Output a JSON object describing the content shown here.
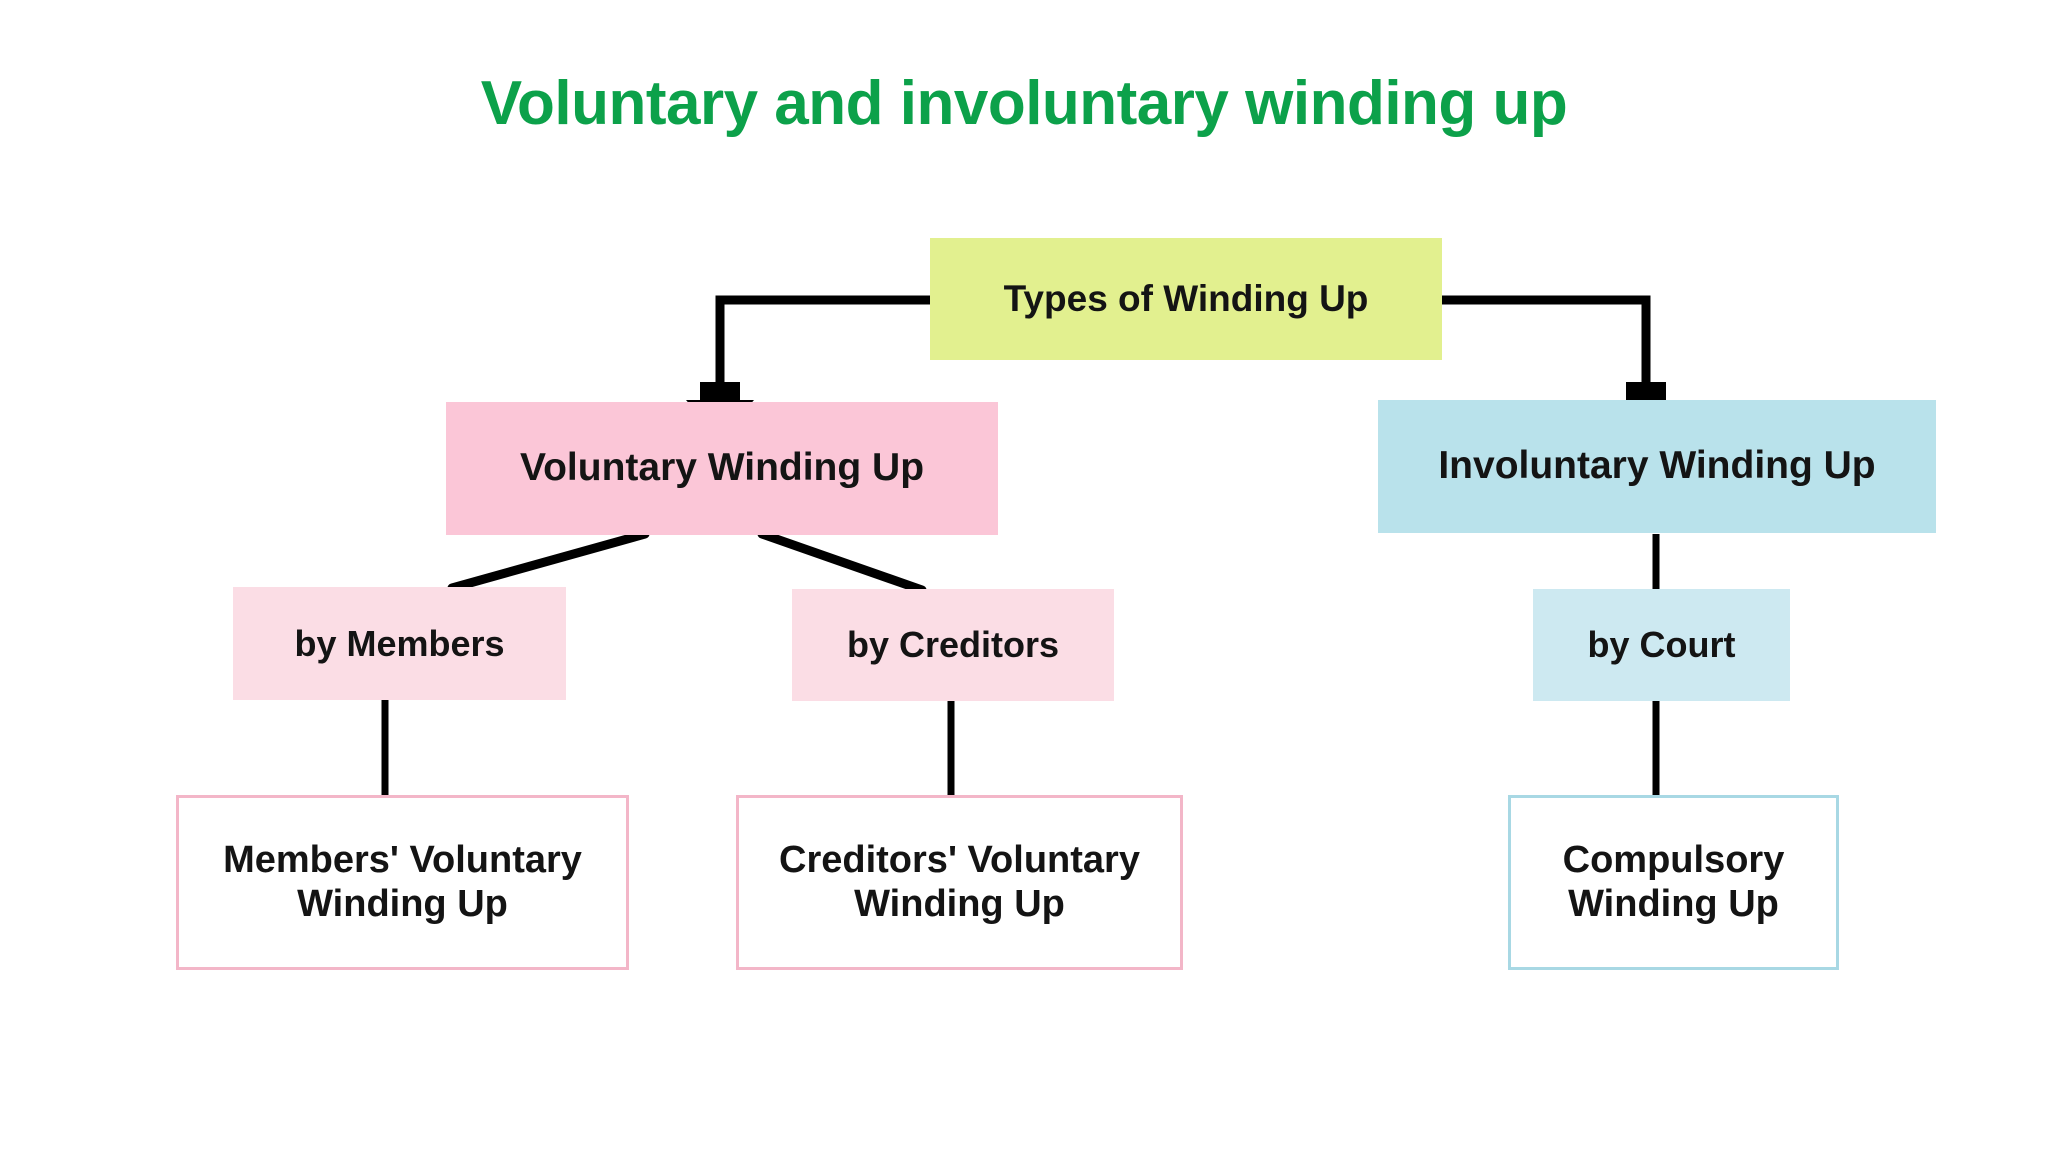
{
  "page": {
    "background": "#ffffff",
    "title": "Voluntary and involuntary winding up",
    "title_color": "#0CA14A"
  },
  "diagram": {
    "type": "tree-flowchart",
    "orientation": "top-down",
    "nodes": [
      {
        "id": "root",
        "label": "Types of Winding Up",
        "level": 0,
        "fill": "#E2F08F",
        "border": "none",
        "text_color": "#141414"
      },
      {
        "id": "voluntary",
        "label": "Voluntary Winding Up",
        "level": 1,
        "fill": "#FBC6D7",
        "border": "none",
        "text_color": "#141414"
      },
      {
        "id": "involuntary",
        "label": "Involuntary Winding Up",
        "level": 1,
        "fill": "#B9E2EB",
        "border": "none",
        "text_color": "#141414"
      },
      {
        "id": "by-members",
        "label": "by Members",
        "level": 2,
        "fill": "#FBDDE5",
        "border": "none",
        "text_color": "#141414"
      },
      {
        "id": "by-creditors",
        "label": "by Creditors",
        "level": 2,
        "fill": "#FBDDE5",
        "border": "none",
        "text_color": "#141414"
      },
      {
        "id": "by-court",
        "label": "by Court",
        "level": 2,
        "fill": "#CDE9F1",
        "border": "none",
        "text_color": "#141414"
      },
      {
        "id": "members-voluntary",
        "label": "Members' Voluntary Winding Up",
        "line1": "Members' Voluntary",
        "line2": "Winding Up",
        "level": 3,
        "fill": "#ffffff",
        "border": "#F3B6C8",
        "text_color": "#141414"
      },
      {
        "id": "creditors-voluntary",
        "label": "Creditors' Voluntary Winding Up",
        "line1": "Creditors' Voluntary",
        "line2": "Winding Up",
        "level": 3,
        "fill": "#ffffff",
        "border": "#F3B6C8",
        "text_color": "#141414"
      },
      {
        "id": "compulsory",
        "label": "Compulsory Winding Up",
        "line1": "Compulsory",
        "line2": "Winding Up",
        "level": 3,
        "fill": "#ffffff",
        "border": "#A8D8E4",
        "text_color": "#141414"
      }
    ],
    "edges": [
      {
        "from": "root",
        "to": "voluntary",
        "style": "elbow-arrow",
        "color": "#000000"
      },
      {
        "from": "root",
        "to": "involuntary",
        "style": "elbow-arrow",
        "color": "#000000"
      },
      {
        "from": "voluntary",
        "to": "by-members",
        "style": "diagonal",
        "color": "#000000"
      },
      {
        "from": "voluntary",
        "to": "by-creditors",
        "style": "diagonal",
        "color": "#000000"
      },
      {
        "from": "involuntary",
        "to": "by-court",
        "style": "vertical",
        "color": "#000000"
      },
      {
        "from": "by-members",
        "to": "members-voluntary",
        "style": "vertical",
        "color": "#000000"
      },
      {
        "from": "by-creditors",
        "to": "creditors-voluntary",
        "style": "vertical",
        "color": "#000000"
      },
      {
        "from": "by-court",
        "to": "compulsory",
        "style": "vertical",
        "color": "#000000"
      }
    ]
  }
}
